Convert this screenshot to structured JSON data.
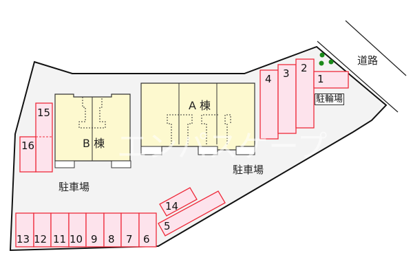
{
  "map": {
    "road_label": "道路",
    "bicycle_parking_label": "駐輪場",
    "parking_labels": [
      "駐車場",
      "駐車場"
    ],
    "buildings": [
      {
        "id": "A",
        "label": "A 棟"
      },
      {
        "id": "B",
        "label": "B 棟"
      }
    ],
    "parking_spaces": [
      "1",
      "2",
      "3",
      "4",
      "5",
      "6",
      "7",
      "8",
      "9",
      "10",
      "11",
      "12",
      "13",
      "14",
      "15",
      "16"
    ],
    "watermark": "エンパスケープ",
    "colors": {
      "lot_fill": "#f3f3f3",
      "building_fill": "#fdf9cf",
      "space_fill": "#fde3ec",
      "space_border": "#ee2a3a",
      "tree": "#1a8a1a"
    }
  }
}
